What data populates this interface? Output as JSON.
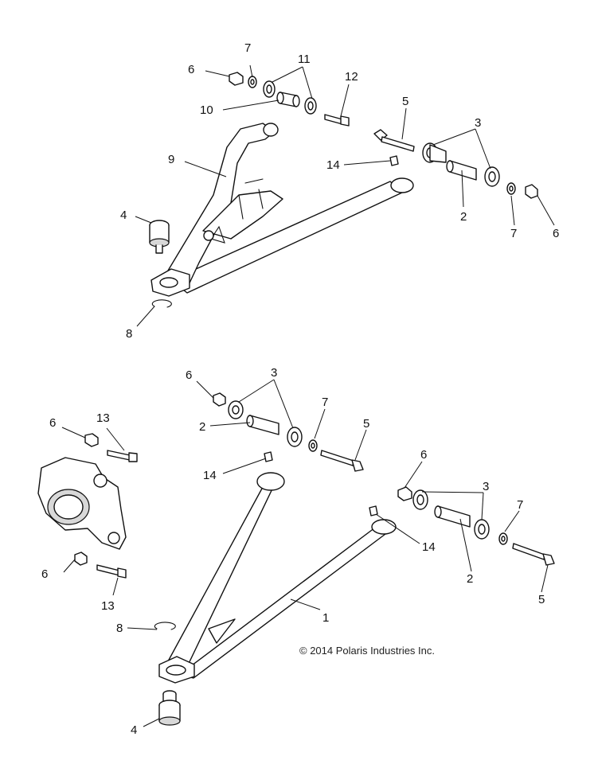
{
  "callouts": {
    "upper_6a": "6",
    "upper_7a": "7",
    "upper_11": "11",
    "upper_12": "12",
    "upper_10": "10",
    "upper_5": "5",
    "upper_3": "3",
    "upper_9": "9",
    "upper_14": "14",
    "upper_4": "4",
    "upper_2": "2",
    "upper_7b": "7",
    "upper_6b": "6",
    "upper_8": "8",
    "lower_6a": "6",
    "lower_3a": "3",
    "lower_13a": "13",
    "lower_7a": "7",
    "lower_2a": "2",
    "lower_5a": "5",
    "lower_6b": "6",
    "lower_14a": "14",
    "lower_6c": "6",
    "lower_3b": "3",
    "lower_7b": "7",
    "lower_14b": "14",
    "lower_6d": "6",
    "lower_13b": "13",
    "lower_2b": "2",
    "lower_5b": "5",
    "lower_1": "1",
    "lower_8": "8",
    "lower_4": "4"
  },
  "copyright": "© 2014 Polaris Industries Inc."
}
